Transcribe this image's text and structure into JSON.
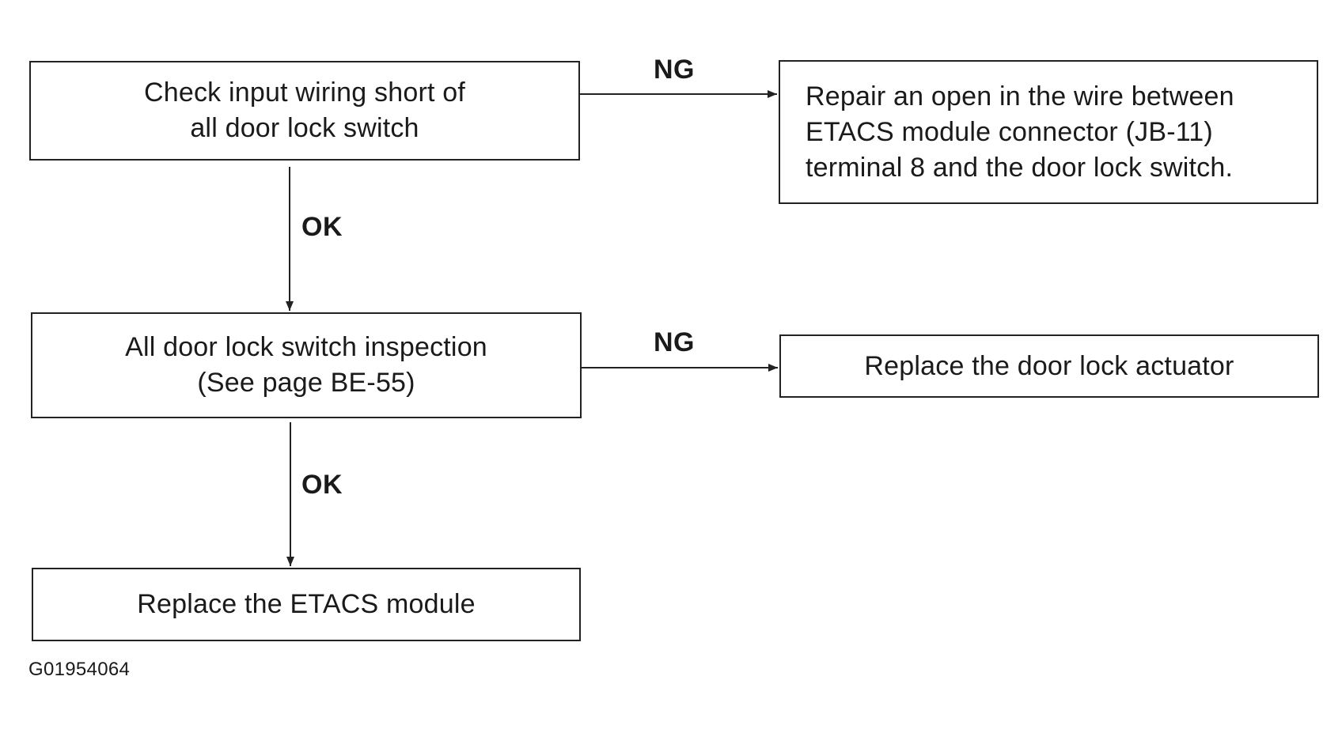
{
  "flowchart": {
    "nodes": {
      "check_input": {
        "lines": [
          "Check input wiring short of",
          "all door lock switch"
        ]
      },
      "repair_open": {
        "lines": [
          "Repair an open in the wire between",
          "ETACS module connector (JB-11)",
          "terminal 8 and the door lock switch."
        ]
      },
      "inspection": {
        "lines": [
          "All door lock switch inspection",
          "(See page BE-55)"
        ]
      },
      "replace_actuator": {
        "lines": [
          "Replace the door lock actuator"
        ]
      },
      "replace_etacs": {
        "lines": [
          "Replace the ETACS module"
        ]
      }
    },
    "edges": [
      {
        "from": "check_input",
        "to": "repair_open",
        "label": "NG"
      },
      {
        "from": "check_input",
        "to": "inspection",
        "label": "OK"
      },
      {
        "from": "inspection",
        "to": "replace_actuator",
        "label": "NG"
      },
      {
        "from": "inspection",
        "to": "replace_etacs",
        "label": "OK"
      }
    ]
  },
  "figure_id": "G01954064"
}
